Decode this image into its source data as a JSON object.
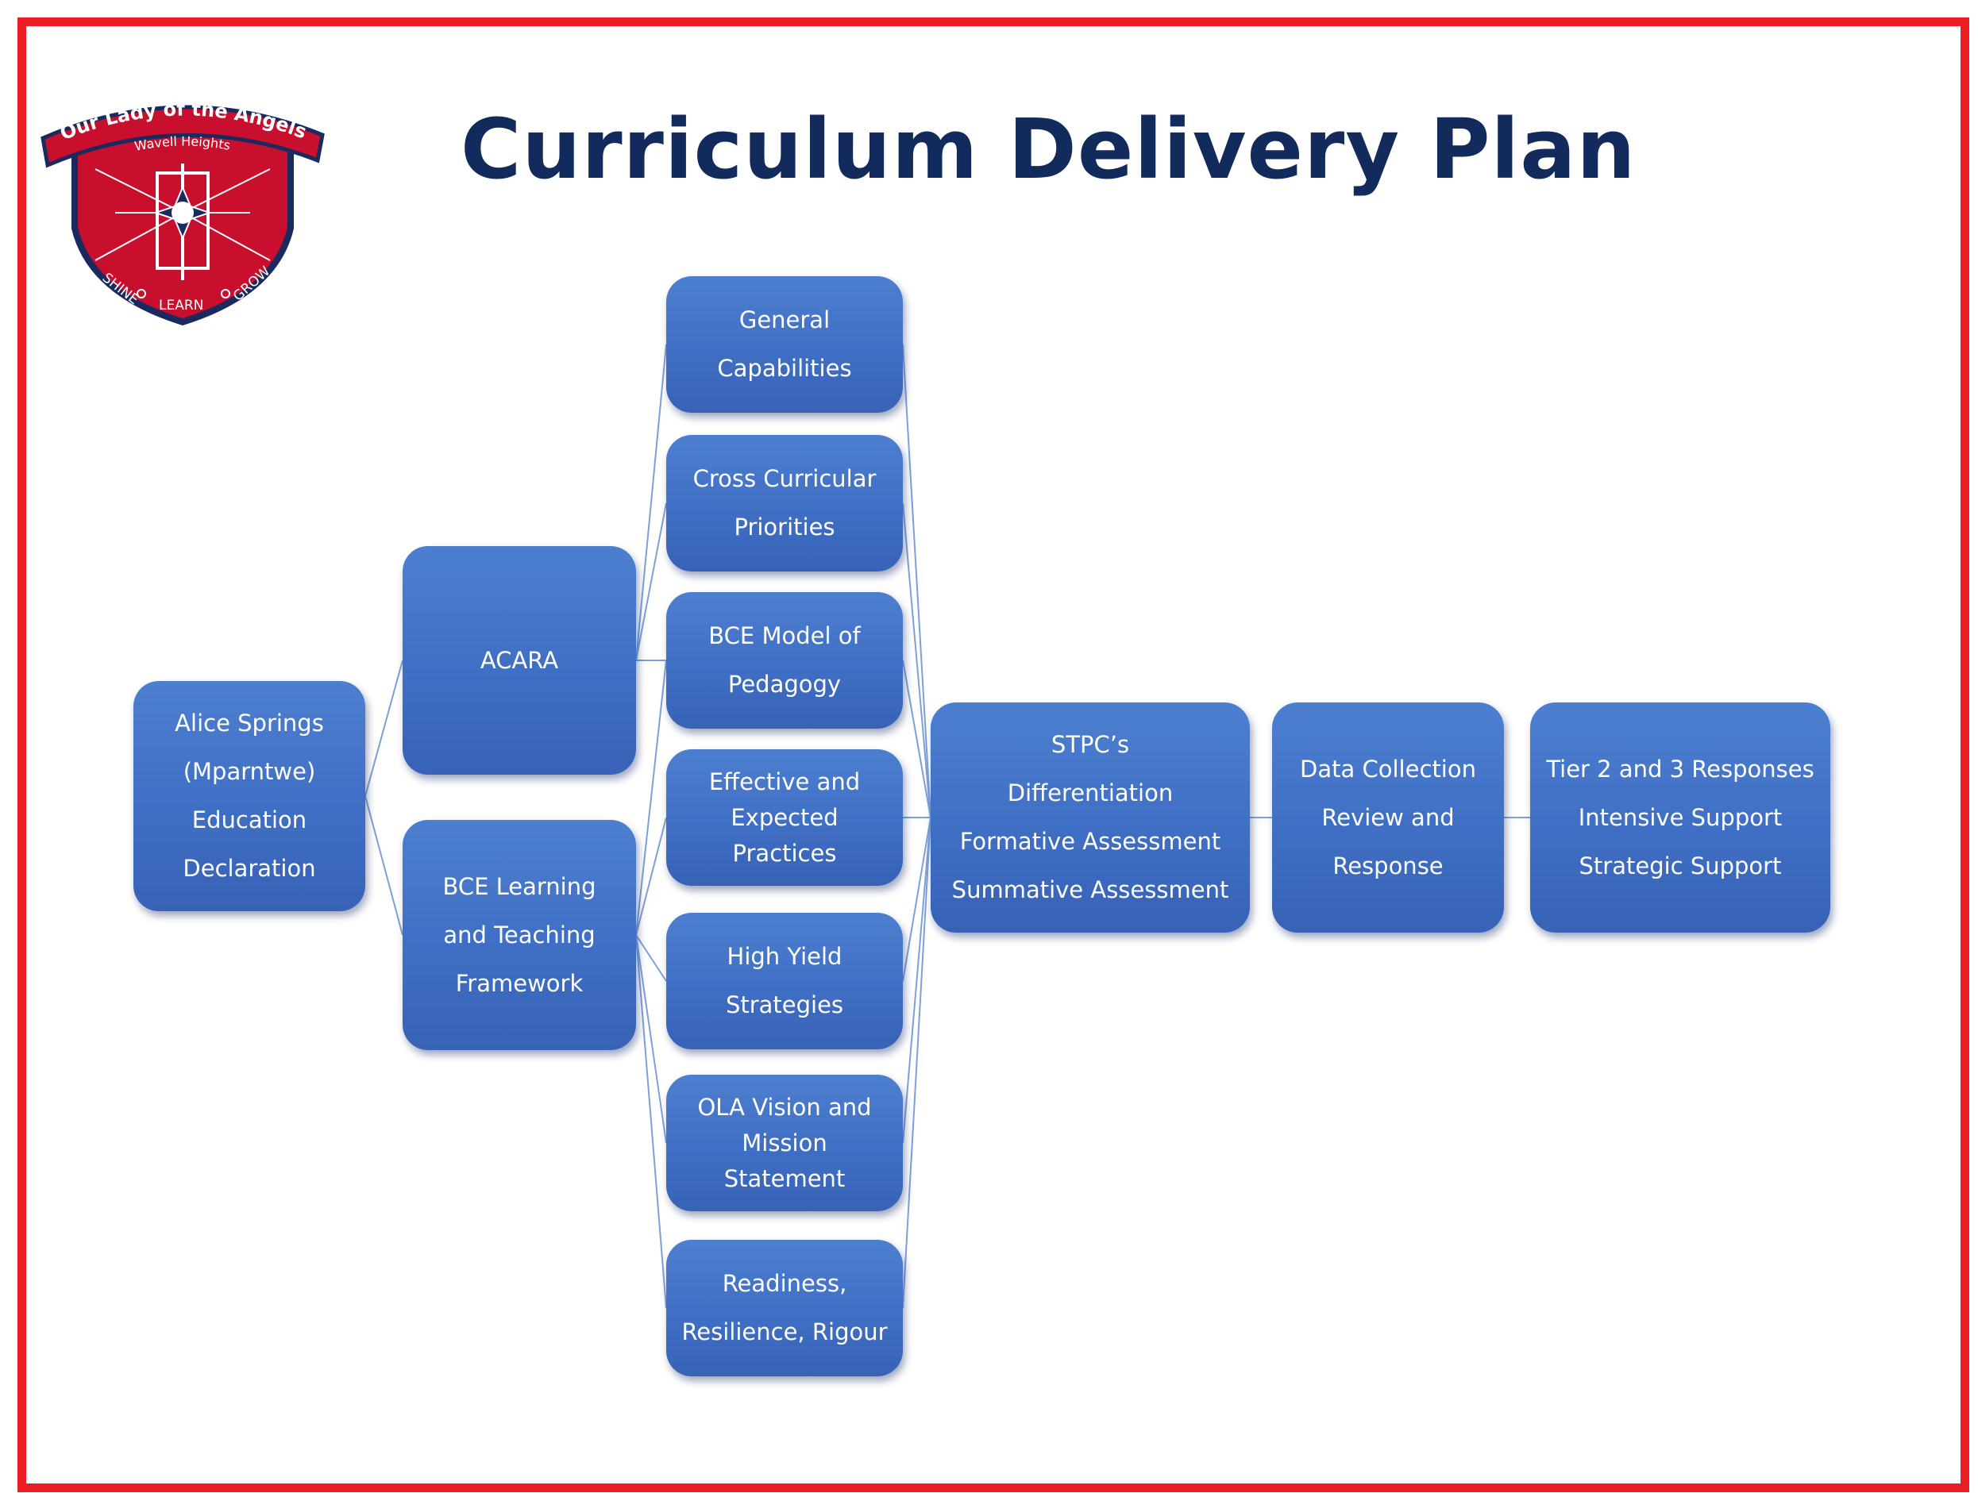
{
  "title": "Curriculum Delivery Plan",
  "logo": {
    "school_name": "Our Lady of the Angels",
    "location": "Wavell Heights",
    "motto": [
      "SHINE",
      "LEARN",
      "GROW"
    ]
  },
  "colors": {
    "frame": "#ec1c24",
    "title": "#132a5c",
    "node": "#4472c4",
    "connector": "#7da0d8",
    "shield_red": "#c8102e",
    "shield_navy": "#1b2a5e"
  },
  "nodes": {
    "alice_springs": [
      "Alice Springs",
      "(Mparntwe)",
      "Education",
      "Declaration"
    ],
    "acara": [
      "ACARA"
    ],
    "bce_framework": [
      "BCE Learning",
      "and Teaching",
      "Framework"
    ],
    "middle": [
      [
        "General",
        "Capabilities"
      ],
      [
        "Cross Curricular",
        "Priorities"
      ],
      [
        "BCE Model of",
        "Pedagogy"
      ],
      [
        "Effective and",
        "Expected",
        "Practices"
      ],
      [
        "High Yield",
        "Strategies"
      ],
      [
        "OLA Vision and",
        "Mission",
        "Statement"
      ],
      [
        "Readiness,",
        "Resilience, Rigour"
      ]
    ],
    "stpc": [
      "STPC’s",
      "Differentiation",
      "Formative Assessment",
      "Summative Assessment"
    ],
    "data_collection": [
      "Data Collection",
      "Review and",
      "Response"
    ],
    "tier": [
      "Tier 2 and 3 Responses",
      "Intensive Support",
      "Strategic Support"
    ]
  }
}
